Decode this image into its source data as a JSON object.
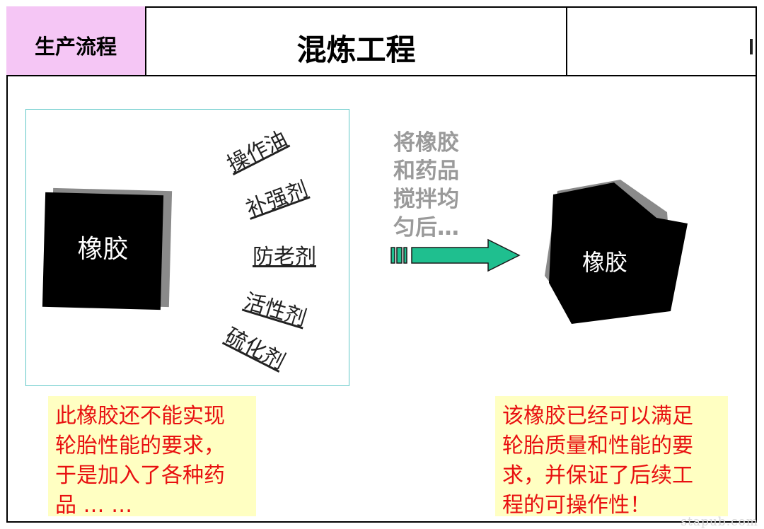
{
  "header": {
    "label": "生产流程",
    "title": "混炼工程"
  },
  "left_panel": {
    "rubber_label": "橡胶",
    "chemicals": [
      "操作油",
      "补强剂",
      "防老剂",
      "活性剂",
      "硫化剂"
    ]
  },
  "process": {
    "lines": [
      "将橡胶",
      "和药品",
      "搅拌均",
      "匀后…"
    ]
  },
  "right_panel": {
    "rubber_label": "橡胶"
  },
  "notes": {
    "left_lines": [
      "此橡胶还不能实现",
      "轮胎性能的要求，",
      "于是加入了各种药",
      "品 … …"
    ],
    "right_lines": [
      "该橡胶已经可以满足",
      "轮胎质量和性能的要",
      "求，并保证了后续工",
      "程的可操作性！"
    ]
  },
  "watermark": "stapub.com",
  "colors": {
    "header_label_bg": "#f5c6f5",
    "arrow": "#1fbf8f",
    "box_border": "#5fc7c7",
    "note_bg": "#ffffc2",
    "note_text": "#e81010",
    "process_text": "#9a9a9a"
  }
}
